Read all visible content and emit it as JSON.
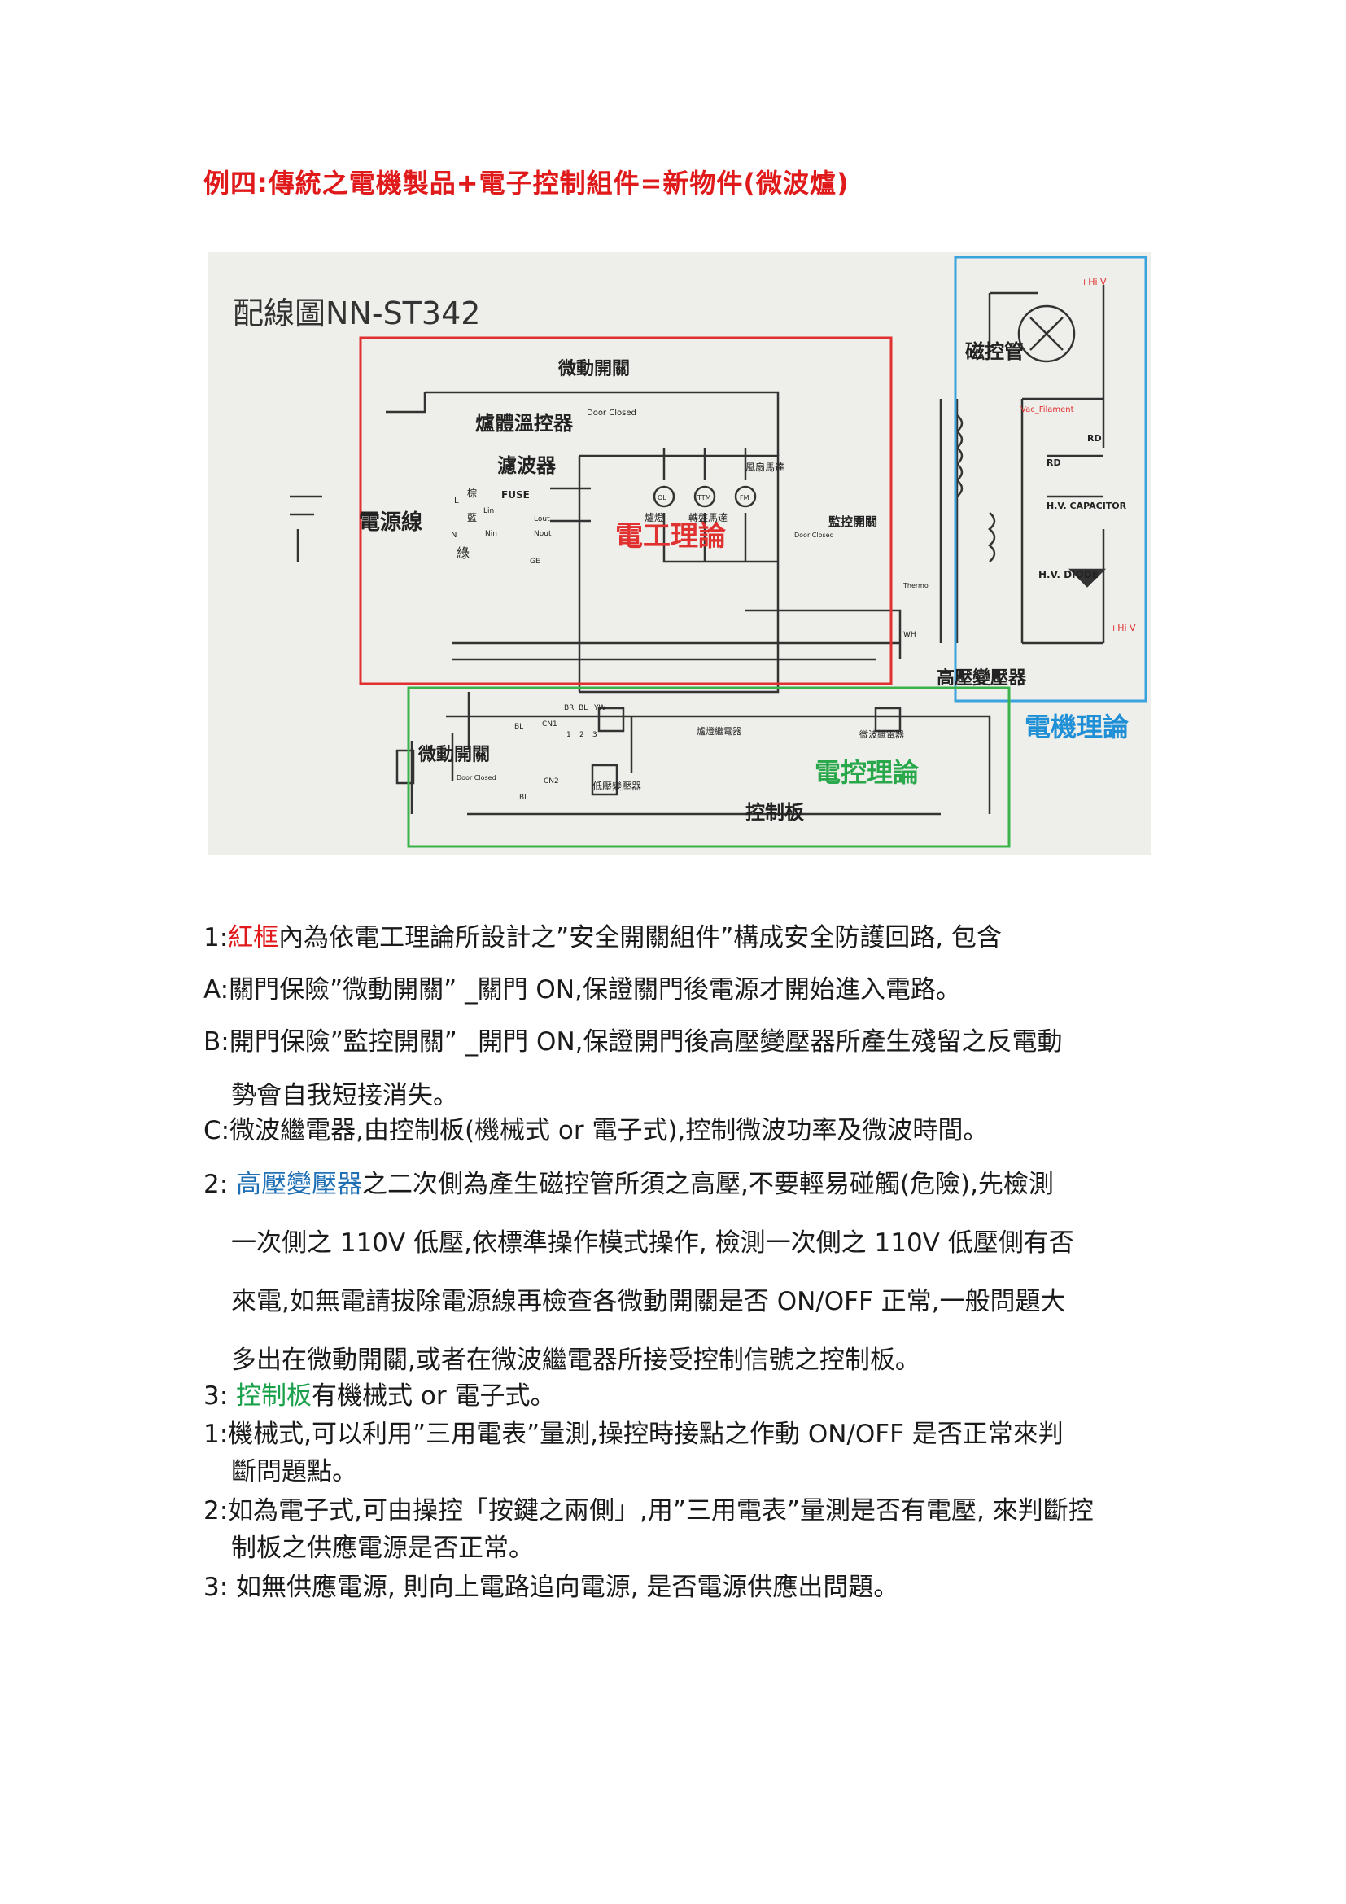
{
  "title": "例四:傳統之電機製品+電子控制組件=新物件(微波爐)",
  "diagram": {
    "header": "配線圖NN-ST342",
    "regions": {
      "red": "電工理論",
      "blue": "電機理論",
      "green": "電控理論"
    },
    "labels": {
      "micro_switch_top": "微動開關",
      "door_closed_top": "Door Closed",
      "thermostat": "爐體溫控器",
      "filter": "濾波器",
      "fuse": "FUSE",
      "power_cord": "電源線",
      "lin": "Lin",
      "lout": "Lout",
      "nin": "Nin",
      "nout": "Nout",
      "ge": "GE",
      "l": "L",
      "n": "N",
      "green_wire": "綠",
      "brown": "棕",
      "blue_wire": "藍",
      "magnetron": "磁控管",
      "hiv_top": "+Hi V",
      "filament": "Vac_Filament",
      "rd1": "RD",
      "rd2": "RD",
      "hv_capacitor": "H.V. CAPACITOR",
      "hv_diode": "H.V. DIODE",
      "hiv_bottom": "+Hi V",
      "ol": "OL",
      "ttm": "TTM",
      "fm": "FM",
      "lamp": "爐燈",
      "turntable": "轉盤馬達",
      "fan_motor": "風扇馬達",
      "monitor_switch": "監控開關",
      "door_closed_mid": "Door Closed",
      "thermo": "Thermo",
      "wh": "WH",
      "hv_transformer": "高壓變壓器",
      "br": "BR",
      "bl_top": "BL",
      "yw": "YW",
      "cn1": "CN1",
      "pin1": "1",
      "pin2": "2",
      "pin3": "3",
      "lamp_relay": "爐燈繼電器",
      "microwave_relay": "微波繼電器",
      "micro_switch_bottom": "微動開關",
      "door_closed_bottom": "Door Closed",
      "bl1": "BL",
      "bl2": "BL",
      "cn2": "CN2",
      "low_transformer": "低壓變壓器",
      "control_board": "控制板"
    }
  },
  "text": {
    "line1_prefix": "1:",
    "line1_red": "紅框",
    "line1_rest": "內為依電工理論所設計之”安全開關組件”構成安全防護回路, 包含",
    "lineA": "A:關門保險”微動開關” _關門 ON,保證關門後電源才開始進入電路。",
    "lineB1": "B:開門保險”監控開關” _開門 ON,保證開門後高壓變壓器所產生殘留之反電動",
    "lineB2": "勢會自我短接消失。",
    "lineC": "C:微波繼電器,由控制板(機械式 or 電子式),控制微波功率及微波時間。",
    "line2_prefix": "2: ",
    "line2_blue": "高壓變壓器",
    "line2_rest": "之二次側為產生磁控管所須之高壓,不要輕易碰觸(危險),先檢測",
    "line2b": "一次側之 110V 低壓,依標準操作模式操作, 檢測一次側之 110V 低壓側有否",
    "line2c": "來電,如無電請拔除電源線再檢查各微動開關是否 ON/OFF 正常,一般問題大",
    "line2d": "多出在微動開關,或者在微波繼電器所接受控制信號之控制板。",
    "line3_prefix": "3: ",
    "line3_green": "控制板",
    "line3_rest": "有機械式 or 電子式。",
    "sub1a": "1:機械式,可以利用”三用電表”量測,操控時接點之作動 ON/OFF 是否正常來判",
    "sub1b": "斷問題點。",
    "sub2a": "2:如為電子式,可由操控「按鍵之兩側」,用”三用電表”量測是否有電壓, 來判斷控",
    "sub2b": "制板之供應電源是否正常。",
    "sub3": "3: 如無供應電源, 則向上電路追向電源, 是否電源供應出問題。"
  }
}
